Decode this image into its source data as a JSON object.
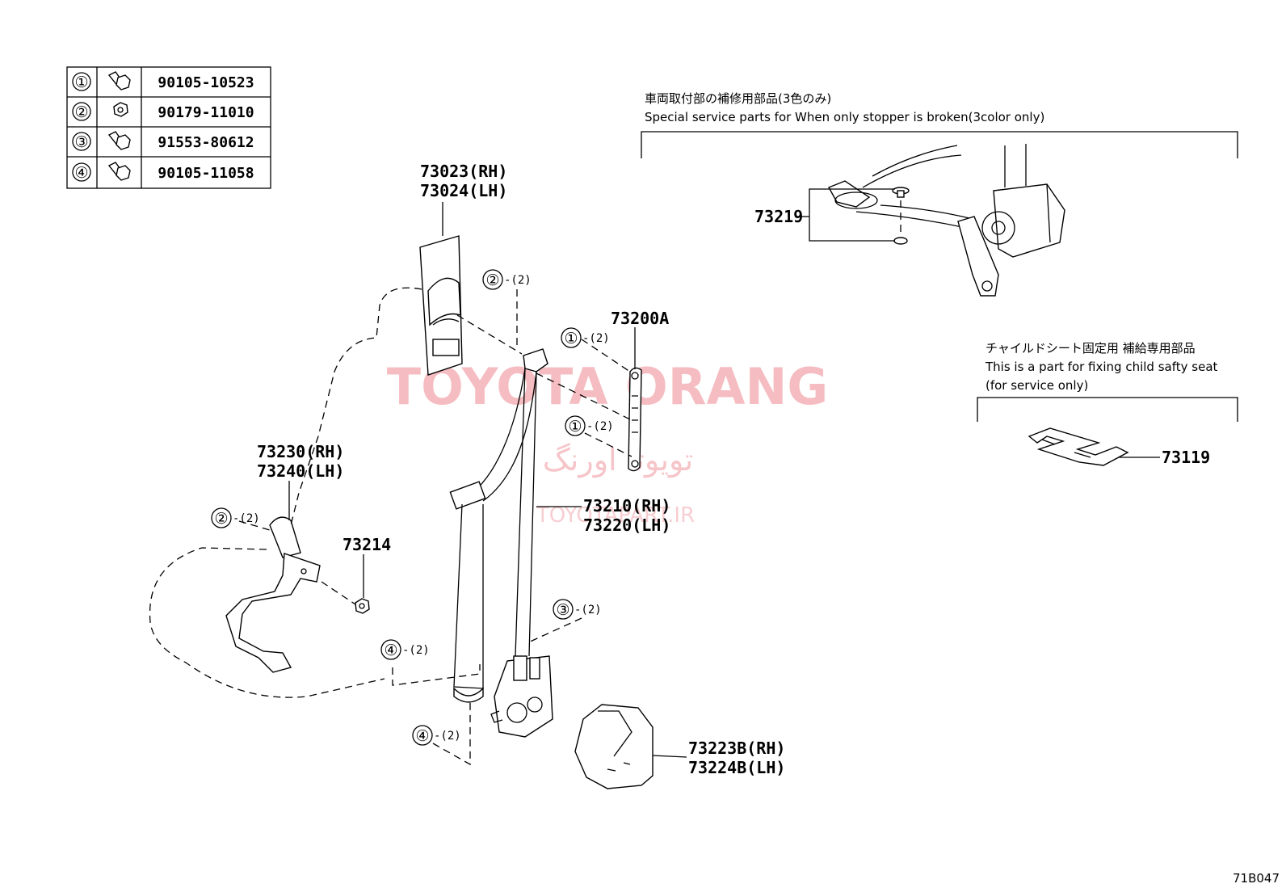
{
  "fastener_table": [
    {
      "index": "①",
      "icon": "bolt-washer-icon",
      "part_no": "90105-10523"
    },
    {
      "index": "②",
      "icon": "nut-icon",
      "part_no": "90179-11010"
    },
    {
      "index": "③",
      "icon": "bolt-washer-icon",
      "part_no": "91553-80612"
    },
    {
      "index": "④",
      "icon": "bolt-washer-icon",
      "part_no": "90105-11058"
    }
  ],
  "callouts": {
    "anchor_cover": {
      "rh": "73023(RH)",
      "lh": "73024(LH)"
    },
    "height_adjuster": "73200A",
    "buckle": {
      "rh": "73230(RH)",
      "lh": "73240(LH)"
    },
    "nut_73214": "73214",
    "belt_assy": {
      "rh": "73210(RH)",
      "lh": "73220(LH)"
    },
    "retractor_cover": {
      "rh": "73223B(RH)",
      "lh": "73224B(LH)"
    },
    "stopper": "73219",
    "child_seat_plate": "73119"
  },
  "fastener_refs": {
    "c2_top": {
      "num": "②",
      "qty": "-(2)"
    },
    "c1_upper": {
      "num": "①",
      "qty": "-(2)"
    },
    "c1_lower": {
      "num": "①",
      "qty": "-(2)"
    },
    "c2_buckle": {
      "num": "②",
      "qty": "-(2)"
    },
    "c3": {
      "num": "③",
      "qty": "-(2)"
    },
    "c4_upper": {
      "num": "④",
      "qty": "-(2)"
    },
    "c4_lower": {
      "num": "④",
      "qty": "-(2)"
    }
  },
  "notes": {
    "stopper_jp": "車両取付部の補修用部品(3色のみ)",
    "stopper_en": "Special service parts for When only stopper is broken(3color only)",
    "child_jp": "チャイルドシート固定用 補給専用部品",
    "child_en1": "This is a part for fixing child safty seat",
    "child_en2": "(for service only)"
  },
  "watermark": {
    "line1": "TOYOTA ORANG",
    "line2": "تویوتا اورنگ",
    "line3": "TOYOTAPART.IR"
  },
  "diagram_code": "71B047"
}
